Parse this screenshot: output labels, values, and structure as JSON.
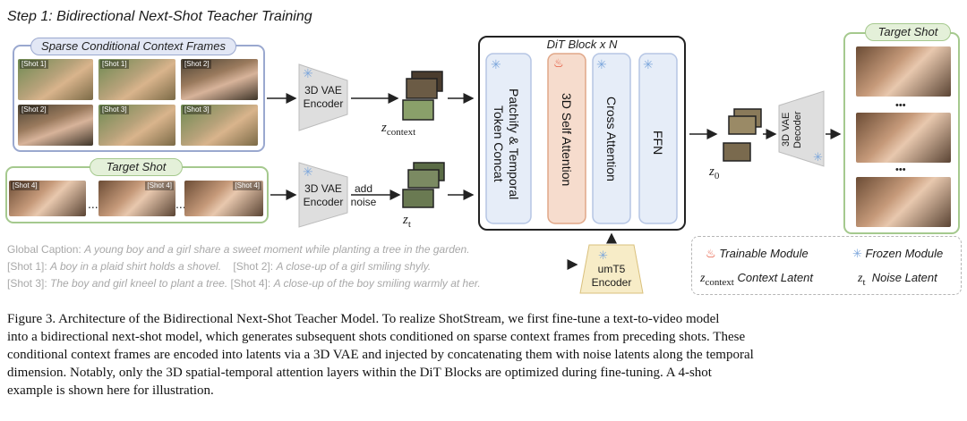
{
  "step_title": "Step 1:  Bidirectional Next-Shot Teacher Training",
  "context_panel": {
    "title": "Sparse Conditional Context Frames",
    "frames": [
      {
        "label": "[Shot 1]"
      },
      {
        "label": "[Shot 1]"
      },
      {
        "label": "[Shot 2]"
      },
      {
        "label": "[Shot 2]"
      },
      {
        "label": "[Shot 3]"
      },
      {
        "label": "[Shot 3]"
      }
    ]
  },
  "target_panel": {
    "title": "Target Shot",
    "frames": [
      {
        "label": "[Shot 4]"
      },
      {
        "label": "[Shot 4]"
      },
      {
        "label": "[Shot 4]"
      }
    ],
    "ellipsis": "..."
  },
  "vae_encoder_top": {
    "line1": "3D VAE",
    "line2": "Encoder"
  },
  "vae_encoder_bottom": {
    "line1": "3D VAE",
    "line2": "Encoder"
  },
  "add_noise": {
    "line1": "add",
    "line2": "noise"
  },
  "z_context": {
    "base": "z",
    "sub": "context"
  },
  "z_t": {
    "base": "z",
    "sub": "t"
  },
  "z_0": {
    "base": "z",
    "sub": "0"
  },
  "dit_block": {
    "title": "DiT Block x N",
    "columns": [
      {
        "line1": "Patchify & Temporal",
        "line2": "Token Concat",
        "module": "frozen"
      },
      {
        "line1": "3D Self Attention",
        "line2": "",
        "module": "trainable"
      },
      {
        "line1": "Cross Attention",
        "line2": "",
        "module": "frozen"
      },
      {
        "line1": "FFN",
        "line2": "",
        "module": "frozen"
      }
    ]
  },
  "vae_decoder": {
    "line1": "3D VAE",
    "line2": "Decoder"
  },
  "output_panel": {
    "title": "Target Shot",
    "ellipsis": "•••"
  },
  "captions": {
    "global_label": "Global Caption:",
    "global_text": "A young boy and a girl share a sweet moment while planting a tree in the garden.",
    "shot1_label": "[Shot 1]:",
    "shot1_text": "A boy in a plaid shirt holds a shovel.",
    "shot2_label": "[Shot 2]:",
    "shot2_text": "A close-up of a girl smiling shyly.",
    "shot3_label": "[Shot 3]:",
    "shot3_text": "The boy and girl kneel to plant a tree.",
    "shot4_label": "[Shot 4]:",
    "shot4_text": "A close-up of the boy smiling warmly at her."
  },
  "umt5": {
    "line1": "umT5",
    "line2": "Encoder"
  },
  "legend": {
    "trainable": "Trainable Module",
    "frozen": "Frozen Module",
    "context_latent": "Context Latent",
    "noise_latent": "Noise Latent"
  },
  "colors": {
    "frozen_icon": "#7da7dc",
    "trainable_icon": "#e2452a",
    "context_border": "#9aa8cf",
    "target_border": "#a5c98e",
    "encoder_fill": "#dedede",
    "umt5_fill": "#f7ecc7"
  },
  "figure_caption": [
    "Figure 3.  Architecture of the Bidirectional Next-Shot Teacher Model.  To realize ShotStream, we first fine-tune a text-to-video model",
    "into a bidirectional next-shot model, which generates subsequent shots conditioned on sparse context frames from preceding shots. These",
    "conditional context frames are encoded into latents via a 3D VAE and injected by concatenating them with noise latents along the temporal",
    "dimension.  Notably, only the 3D spatial-temporal attention layers within the DiT Blocks are optimized during fine-tuning.  A 4-shot",
    "example is shown here for illustration."
  ]
}
